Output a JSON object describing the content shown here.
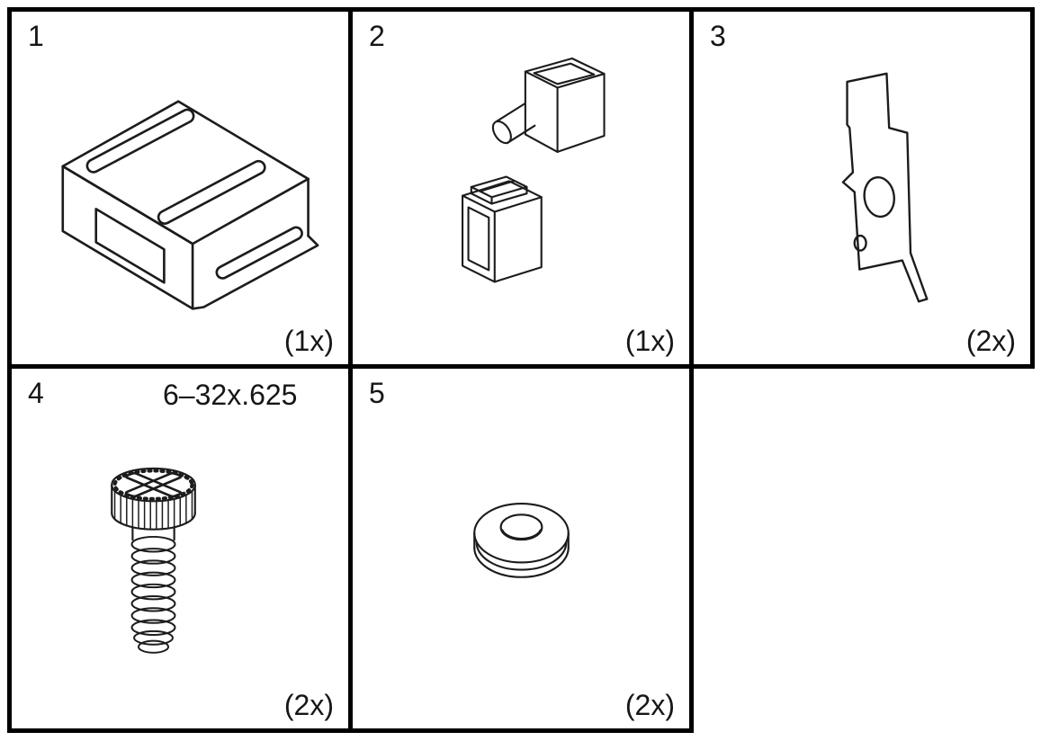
{
  "diagram": {
    "type": "hardware-parts-list",
    "background": "#ffffff",
    "line_color": "#000000",
    "cells": [
      {
        "number": "1",
        "quantity": "(1x)",
        "part": "cover-bracket-icon"
      },
      {
        "number": "2",
        "quantity": "(1x)",
        "part": "plunger-and-rocker-switch-icon"
      },
      {
        "number": "3",
        "quantity": "(2x)",
        "part": "retaining-clip-icon"
      },
      {
        "number": "4",
        "quantity": "(2x)",
        "part": "pan-head-screw-icon",
        "label": "6–32x.625"
      },
      {
        "number": "5",
        "quantity": "(2x)",
        "part": "washer-icon"
      }
    ]
  }
}
